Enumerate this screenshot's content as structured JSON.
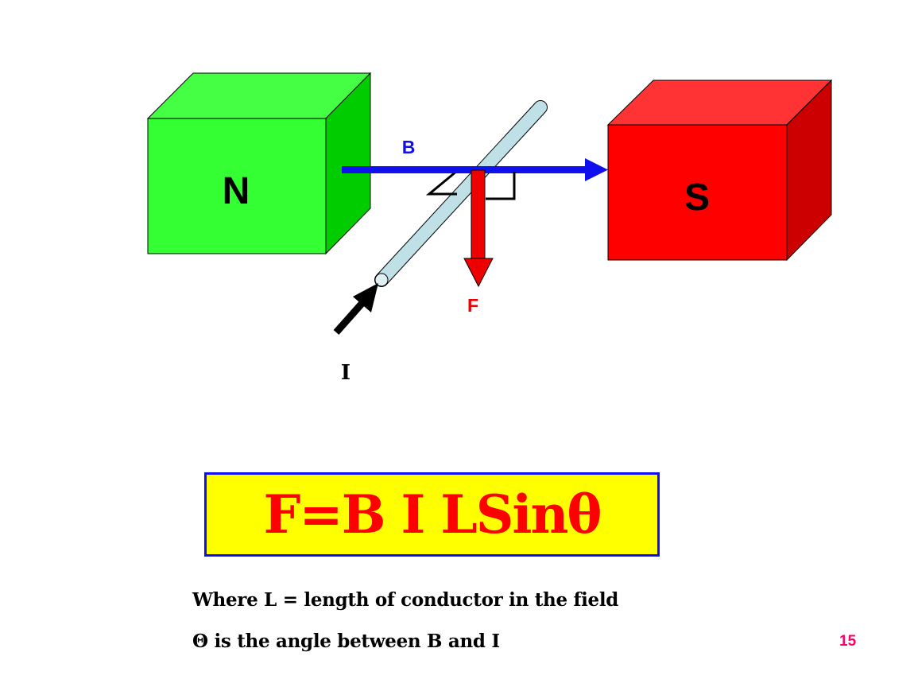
{
  "diagram": {
    "north_label": "N",
    "south_label": "S",
    "field_label": "B",
    "force_label": "F",
    "current_label": "I",
    "colors": {
      "north_magnet": "#33ff33",
      "south_magnet": "#ff0000",
      "field_arrow": "#1010ee",
      "force_arrow": "#ee0000",
      "current_arrow": "#000000",
      "conductor": "#bfe0e6"
    }
  },
  "formula": {
    "text": "F=B I LSinθ",
    "background": "#ffff00",
    "border": "#1010ee",
    "text_color": "#ff0000"
  },
  "notes": {
    "line1": "Where L = length of conductor in the field",
    "line2": "Θ is the angle between B and I"
  },
  "page_number": "15"
}
